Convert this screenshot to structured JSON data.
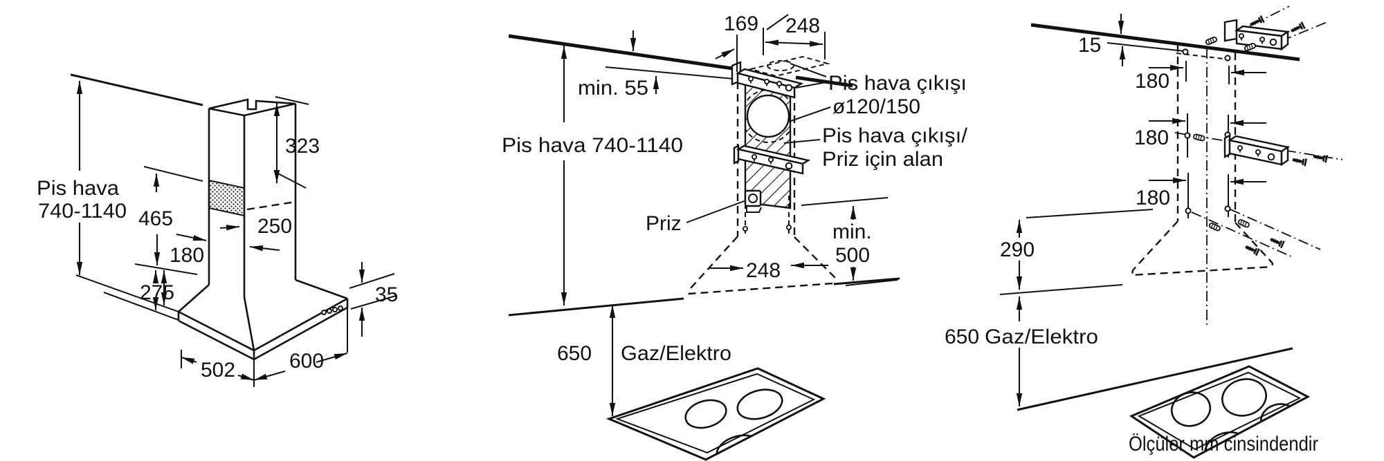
{
  "colors": {
    "ink": "#111111",
    "background": "#ffffff"
  },
  "footer": {
    "note": "Ölçüler mm cinsindendir"
  },
  "left_view": {
    "height_range": {
      "line1": "Pis hava",
      "line2": "740-1140"
    },
    "dims": {
      "chimney_upper": "323",
      "chimney_total": "465",
      "chimney_width": "250",
      "chimney_lower": "180",
      "hood_body": "275",
      "rim_height": "35",
      "depth": "502",
      "width": "600"
    }
  },
  "middle_view": {
    "dims": {
      "top_offset": "169",
      "plate_width": "248",
      "min_top": "min. 55",
      "height_range": "Pis hava 740-1140",
      "bracket_span": "248",
      "min_clearance_line1": "min.",
      "min_clearance_line2": "500",
      "hob_value": "650",
      "hob_label": "Gaz/Elektro"
    },
    "labels": {
      "outlet": "Pis hava çıkışı",
      "outlet_diameter": "ø120/150",
      "area_line1": "Pis hava çıkışı/",
      "area_line2": "Priz için alan",
      "socket": "Priz"
    }
  },
  "right_view": {
    "dims": {
      "wall_offset": "15",
      "spacing_1": "180",
      "spacing_2": "180",
      "spacing_3": "180",
      "hood_lower": "290",
      "hob_value": "650",
      "hob_label": "Gaz/Elektro"
    }
  }
}
